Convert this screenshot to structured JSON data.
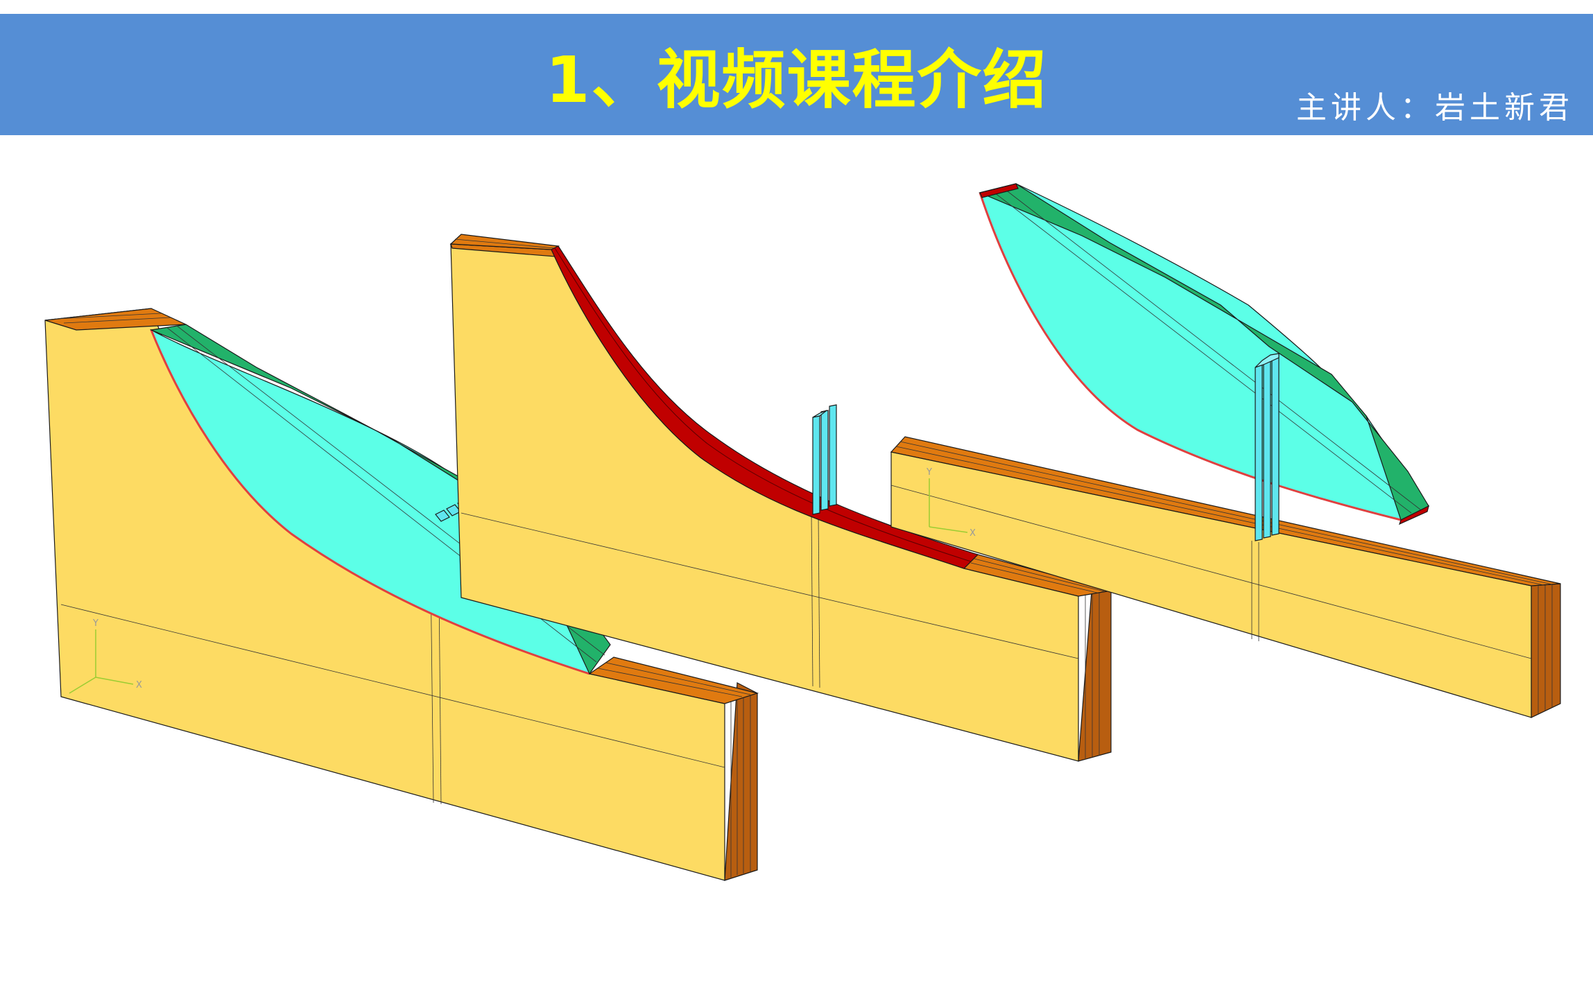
{
  "header": {
    "title": "1、视频课程介绍",
    "presenter": "主讲人：岩土新君"
  },
  "colors": {
    "header_bg": "#558ed5",
    "title": "#ffff00",
    "soil": "#fddb63",
    "cover": "#e07a10",
    "slide_body": "#5cffe7",
    "slide_top": "#22b26a",
    "red_layer": "#c00000",
    "pile": "#5fe6ef"
  },
  "axes": {
    "y": "Y",
    "x": "X"
  }
}
